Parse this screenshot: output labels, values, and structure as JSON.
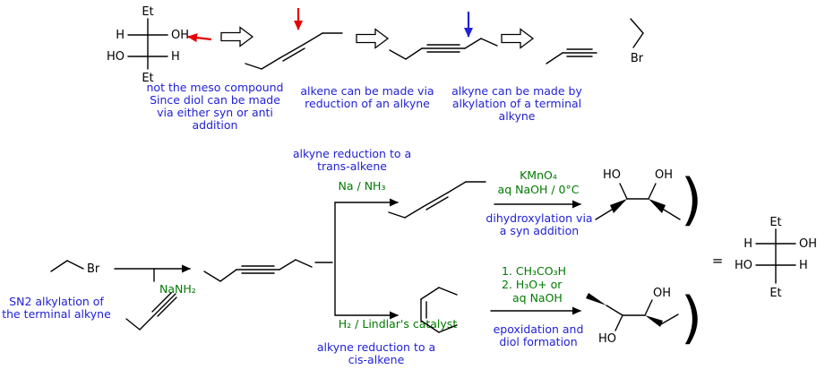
{
  "colors": {
    "black": "#000000",
    "blue": "#2121d8",
    "green": "#007a00",
    "red": "#e60000"
  },
  "labels": {
    "et": "Et",
    "h": "H",
    "oh": "OH",
    "ho": "HO",
    "br": "Br",
    "equals": "=",
    "bracket": ")"
  },
  "retro_captions": {
    "diol": [
      "not the meso compound",
      "Since diol can be made",
      "via either syn or anti",
      "addition"
    ],
    "alkene": [
      "alkene can be made via",
      "reduction of an alkyne"
    ],
    "alkyne": [
      "alkyne can be made by",
      "alkylation of a terminal",
      "alkyne"
    ]
  },
  "synthesis": {
    "sn2": [
      "SN2 alkylation of",
      "the terminal alkyne"
    ],
    "nanh2": "NaNH₂",
    "trans_note": [
      "alkyne reduction to a",
      "trans-alkene"
    ],
    "na_nh3": "Na / NH₃",
    "kmno4": "KMnO₄",
    "kmno4_cond": "aq NaOH / 0°C",
    "dihydrox": [
      "dihydroxylation via",
      "a syn addition"
    ],
    "lindlar": "H₂ / Lindlar's catalyst",
    "cis_note": [
      "alkyne reduction to a",
      "cis-alkene"
    ],
    "epox_reagents": [
      "1. CH₃CO₃H",
      "2. H₃O+ or",
      "aq NaOH"
    ],
    "epox_note": [
      "epoxidation and",
      "diol formation"
    ]
  }
}
